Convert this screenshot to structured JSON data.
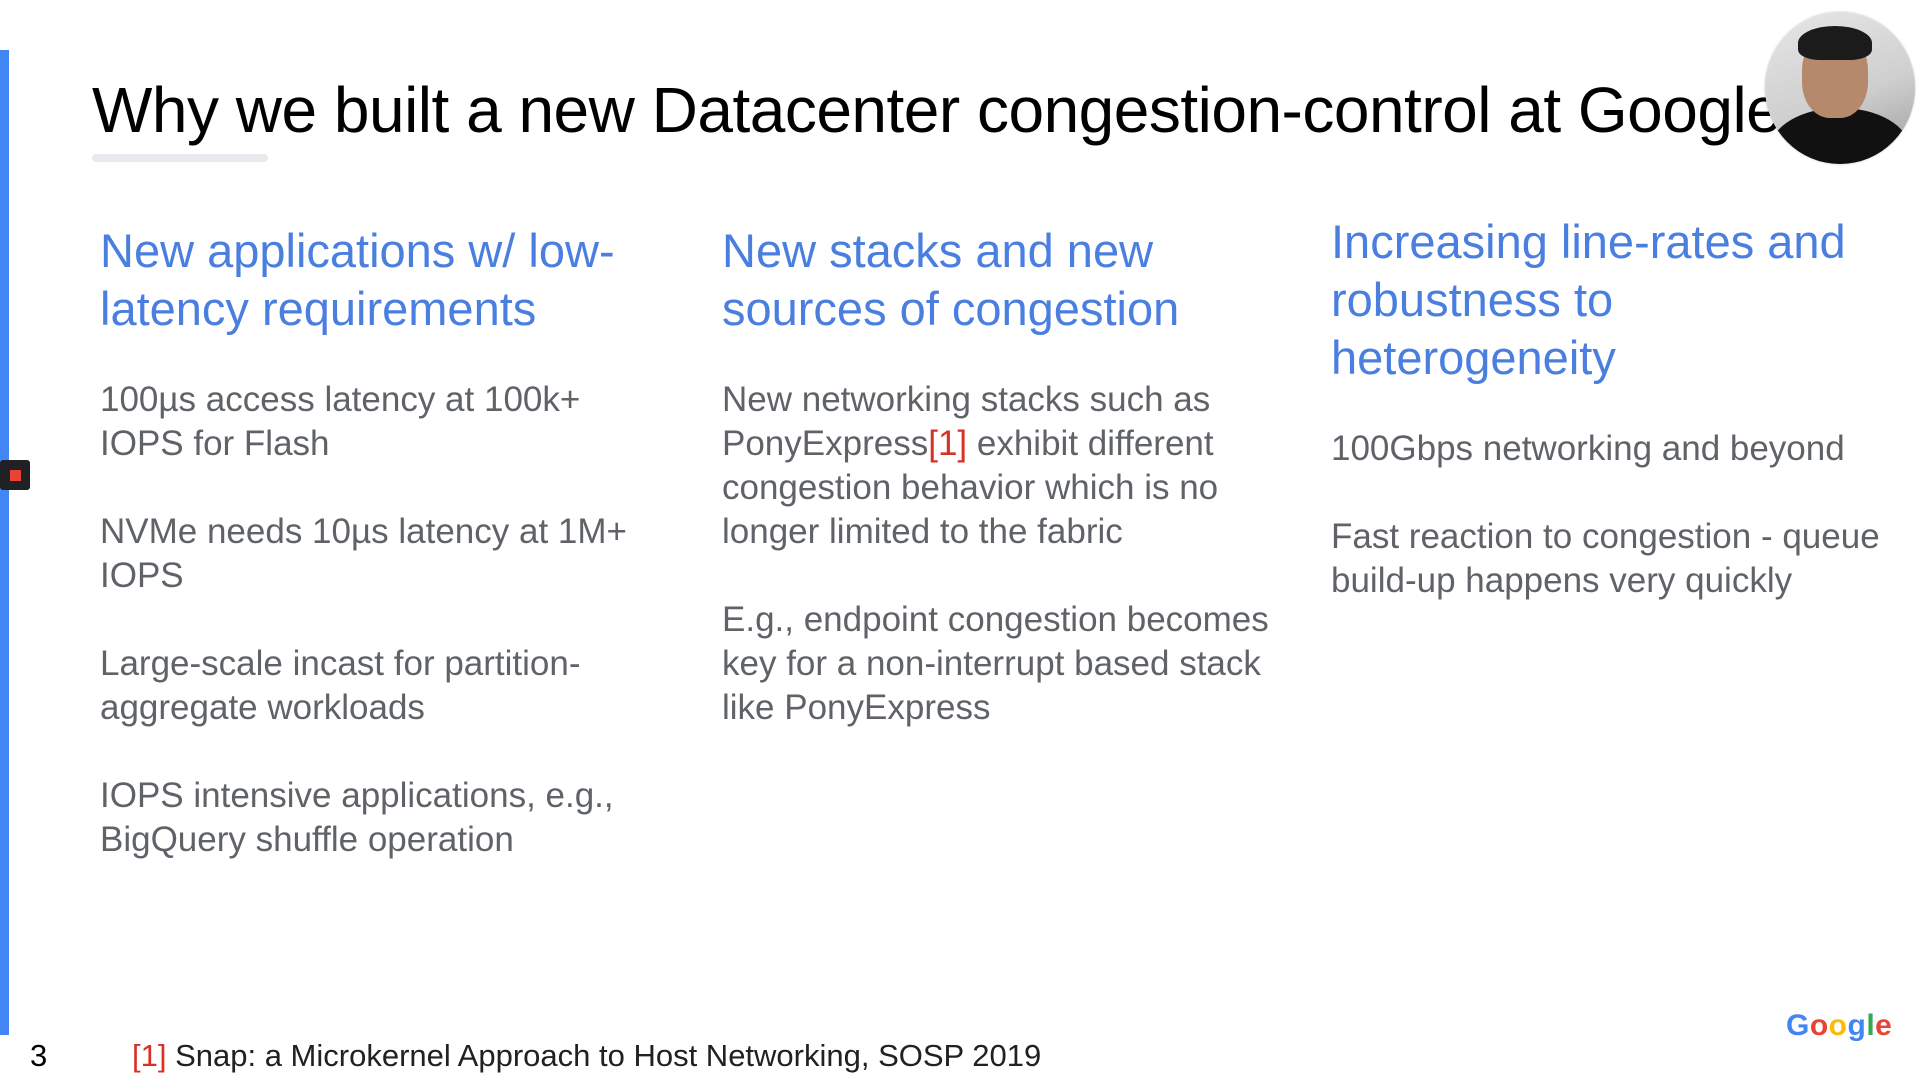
{
  "slide": {
    "title": "Why we built a new Datacenter congestion-control at Google",
    "number": "3"
  },
  "columns": [
    {
      "heading": "New applications w/ low-latency requirements",
      "items": [
        "100µs access latency at 100k+ IOPS for Flash",
        "NVMe needs 10µs latency at 1M+ IOPS",
        "Large-scale incast for partition-aggregate workloads",
        "IOPS intensive applications, e.g., BigQuery shuffle operation"
      ]
    },
    {
      "heading": "New stacks and new sources of congestion",
      "item1": {
        "before": "New networking stacks such as PonyExpress",
        "ref": "[1]",
        "after": " exhibit different congestion behavior which is no longer limited to the fabric"
      },
      "item2": "E.g., endpoint congestion becomes key for a non-interrupt based stack like PonyExpress"
    },
    {
      "heading": "Increasing line-rates and robustness to heterogeneity",
      "items": [
        "100Gbps networking and beyond",
        "Fast reaction to congestion - queue build-up happens very quickly"
      ]
    }
  ],
  "footnote": {
    "ref": "[1]",
    "text": " Snap: a Microkernel Approach to Host Networking, SOSP 2019"
  },
  "logo": {
    "letters": [
      "G",
      "o",
      "o",
      "g",
      "l",
      "e"
    ]
  },
  "colors": {
    "accent_blue": "#4285f4",
    "heading_blue": "#4a7fe0",
    "body_gray": "#5f6368",
    "ref_red": "#d93025"
  }
}
